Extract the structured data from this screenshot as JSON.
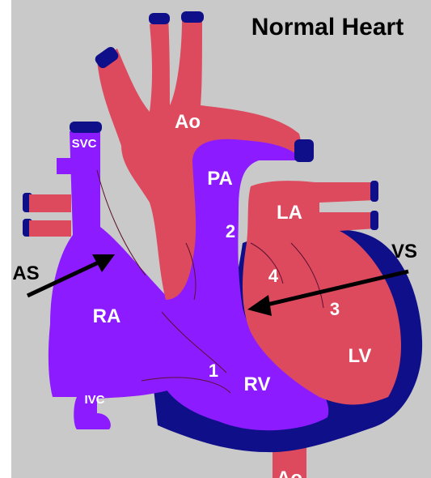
{
  "title": "Normal Heart",
  "colors": {
    "background": "#c9c9c9",
    "oxygenated": "#dd4a5e",
    "deoxygenated": "#8c1cff",
    "muscle": "#0f0f8a",
    "label_light": "#ffffff",
    "label_dark": "#000000"
  },
  "labels": {
    "ao": "Ao",
    "ao_bottom": "Ao",
    "pa": "PA",
    "la": "LA",
    "lv": "LV",
    "ra": "RA",
    "rv": "RV",
    "svc": "SVC",
    "ivc": "IVC",
    "as": "AS",
    "vs": "VS",
    "n1": "1",
    "n2": "2",
    "n3": "3",
    "n4": "4"
  }
}
